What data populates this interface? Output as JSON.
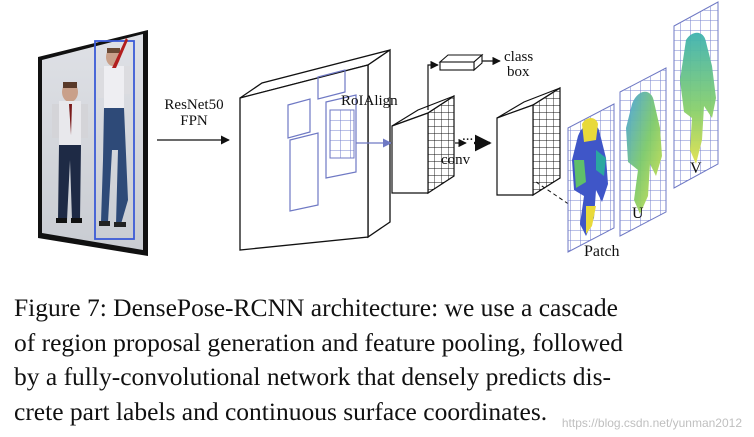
{
  "figure": {
    "labels": {
      "backbone_line1": "ResNet50",
      "backbone_line2": "FPN",
      "roi": "RoIAlign",
      "conv": "conv",
      "ellipsis": "...",
      "class_line1": "class",
      "class_line2": "box",
      "patch": "Patch",
      "u": "U",
      "v": "V"
    }
  },
  "caption": {
    "line1": "Figure 7: DensePose-RCNN architecture: we use a cascade",
    "line2": "of region proposal generation and feature pooling, followed",
    "line3": "by a fully-convolutional network that densely predicts dis-",
    "line4": "crete part labels and continuous surface coordinates."
  },
  "watermark": "https://blog.csdn.net/yunman2012",
  "colors": {
    "line": "#111111",
    "grid": "#6f79c4",
    "body_blue": "#3f56c8",
    "body_yellow": "#e8d93a",
    "body_green": "#5fbf6a",
    "body_teal": "#2aa7a0"
  }
}
